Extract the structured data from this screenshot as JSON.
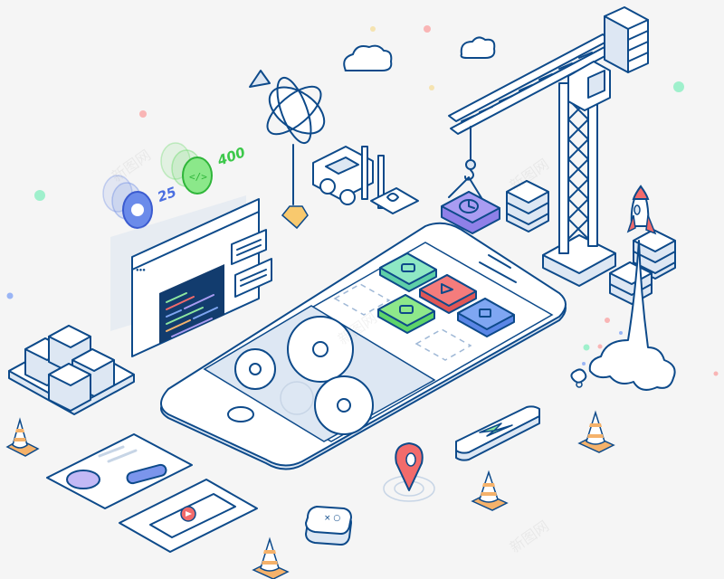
{
  "illustration": {
    "title": "Isometric mobile app development / construction scene",
    "background": "#f5f5f5",
    "stroke_color": "#0d4a8a",
    "badges": [
      {
        "id": "github",
        "label": "25",
        "icon": "github-icon",
        "color": "#4a6ee0"
      },
      {
        "id": "code",
        "label": "400",
        "icon": "code-icon",
        "color": "#3cc84a"
      }
    ],
    "app_icons": [
      {
        "icon": "camera-icon",
        "color": "#8ee8c4"
      },
      {
        "icon": "play-icon",
        "color": "#f47c7c"
      },
      {
        "icon": "chat-icon",
        "color": "#8ee88a"
      },
      {
        "icon": "video-icon",
        "color": "#7fa6f2"
      }
    ],
    "crane_block": {
      "icon": "clock-icon",
      "color": "#a99cf2"
    },
    "accent_colors": {
      "red": "#f26b6b",
      "green": "#8de8a0",
      "blue": "#7fa6f2",
      "orange": "#f5b26b",
      "purple": "#a99cf2",
      "light_fill": "#dde7f3"
    },
    "watermark": "新图网"
  }
}
